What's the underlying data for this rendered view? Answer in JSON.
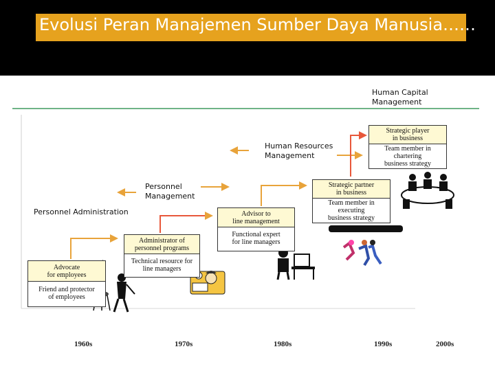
{
  "title": "Evolusi Peran Manajemen Sumber Daya Manusia……",
  "stages": [
    {
      "label_lines": [
        "Personnel Administration"
      ],
      "top_lines": [
        "Advocate",
        "for employees"
      ],
      "bottom_lines": [
        "Friend and protector",
        "of employees"
      ]
    },
    {
      "label_lines": [
        "Personnel",
        "Management"
      ],
      "top_lines": [
        "Administrator of",
        "personnel programs"
      ],
      "bottom_lines": [
        "Technical resource for",
        "line managers"
      ]
    },
    {
      "label_lines": [
        "Human Resources",
        "Management"
      ],
      "top_lines": [
        "Advisor to",
        "line management"
      ],
      "bottom_lines": [
        "Functional expert",
        "for line managers"
      ]
    },
    {
      "label_lines": [],
      "top_lines": [
        "Strategic partner",
        "in business"
      ],
      "bottom_lines": [
        "Team member in",
        "executing",
        "business strategy"
      ]
    },
    {
      "label_lines": [
        "Human Capital",
        "Management"
      ],
      "top_lines": [
        "Strategic player",
        "in business"
      ],
      "bottom_lines": [
        "Team member in",
        "chartering",
        "business strategy"
      ]
    }
  ],
  "decades": [
    "1960s",
    "1970s",
    "1980s",
    "1990s",
    "2000s"
  ],
  "colors": {
    "header": "#000000",
    "title_box": "#e6a21e",
    "arrow_orange": "#e8a33a",
    "arrow_red": "#e8573a",
    "top_line": "#3f9a5e",
    "box_fill": "#fef9d3"
  },
  "icons": [
    "barbecue-person-icon",
    "office-worker-icon",
    "computer-worker-icon",
    "running-team-icon",
    "meeting-group-icon"
  ]
}
